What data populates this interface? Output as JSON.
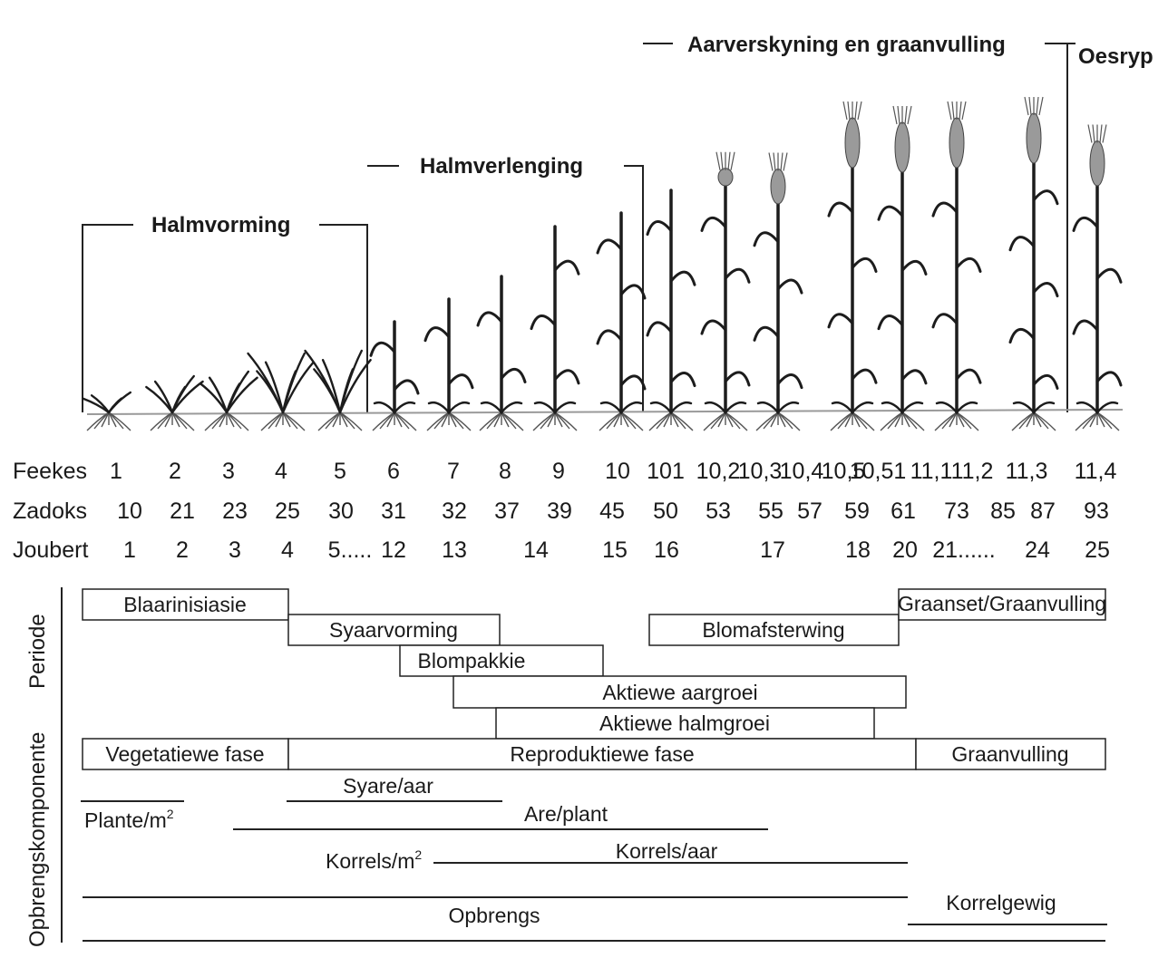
{
  "stages": {
    "halmvorming": "Halmvorming",
    "halmverlenging": "Halmverlenging",
    "aarverskyning": "Aarverskyning en graanvulling",
    "oesryp": "Oesryp"
  },
  "scales": {
    "feekes_label": "Feekes",
    "zadoks_label": "Zadoks",
    "joubert_label": "Joubert",
    "feekes": [
      "1",
      "2",
      "3",
      "4",
      "5",
      "6",
      "7",
      "8",
      "9",
      "10",
      "101",
      "10,2",
      "10,3",
      "10,4",
      "10,5",
      "10,51",
      "11,1",
      "11,2",
      "11,3",
      "11,4"
    ],
    "zadoks": [
      "10",
      "21",
      "23",
      "25",
      "30",
      "31",
      "32",
      "37",
      "39",
      "45",
      "50",
      "53",
      "55",
      "57",
      "59",
      "61",
      "73",
      "85",
      "87",
      "93"
    ],
    "joubert": [
      "1",
      "2",
      "3",
      "4",
      "5.....",
      "12",
      "13",
      "14",
      "15",
      "16",
      "17",
      "18",
      "20",
      "21......",
      "24",
      "25"
    ]
  },
  "side_labels": {
    "periode": "Periode",
    "opbrengskomponente": "Opbrengskomponente"
  },
  "periods": {
    "blaarinisiasie": "Blaarinisiasie",
    "syaarvorming": "Syaarvorming",
    "blompakkie": "Blompakkie",
    "aktiewe_aargroei": "Aktiewe aargroei",
    "aktiewe_halmgroei": "Aktiewe halmgroei",
    "blomafsterwing": "Blomafsterwing",
    "graanset": "Graanset/Graanvulling"
  },
  "phases": {
    "vegetatiewe": "Vegetatiewe fase",
    "reproduktiewe": "Reproduktiewe fase",
    "graanvulling": "Graanvulling"
  },
  "components": {
    "plante": "Plante/m",
    "plante_sup": "2",
    "syare": "Syare/aar",
    "are": "Are/plant",
    "korrels_m2": "Korrels/m",
    "korrels_m2_sup": "2",
    "korrels_aar": "Korrels/aar",
    "opbrengs": "Opbrengs",
    "korrelgewig": "Korrelgewig"
  }
}
